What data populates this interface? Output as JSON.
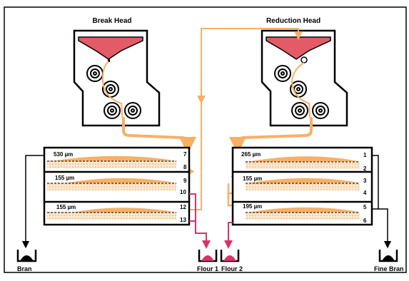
{
  "machines": {
    "break_head": {
      "title": "Break Head"
    },
    "reduction_head": {
      "title": "Reduction Head"
    }
  },
  "left_sifter": {
    "screens": [
      {
        "mesh": "530 µm",
        "top_port": "7",
        "bottom_port": "8"
      },
      {
        "mesh": "155 µm",
        "top_port": "9",
        "bottom_port": "10"
      },
      {
        "mesh": "155 µm",
        "top_port": "12",
        "bottom_port": "13"
      }
    ]
  },
  "right_sifter": {
    "screens": [
      {
        "mesh": "265 µm",
        "top_port": "1",
        "bottom_port": "2"
      },
      {
        "mesh": "155 µm",
        "top_port": "3",
        "bottom_port": "4"
      },
      {
        "mesh": "195 µm",
        "top_port": "5",
        "bottom_port": "6"
      }
    ]
  },
  "outputs": {
    "bran": "Bran",
    "flour1": "Flour 1",
    "flour2": "Flour 2",
    "fine_bran": "Fine Bran"
  },
  "colors": {
    "product_stream": "#f7b066",
    "flour_stream": "#d6336c",
    "hopper_fill": "#e35b67",
    "outline": "#000000"
  }
}
